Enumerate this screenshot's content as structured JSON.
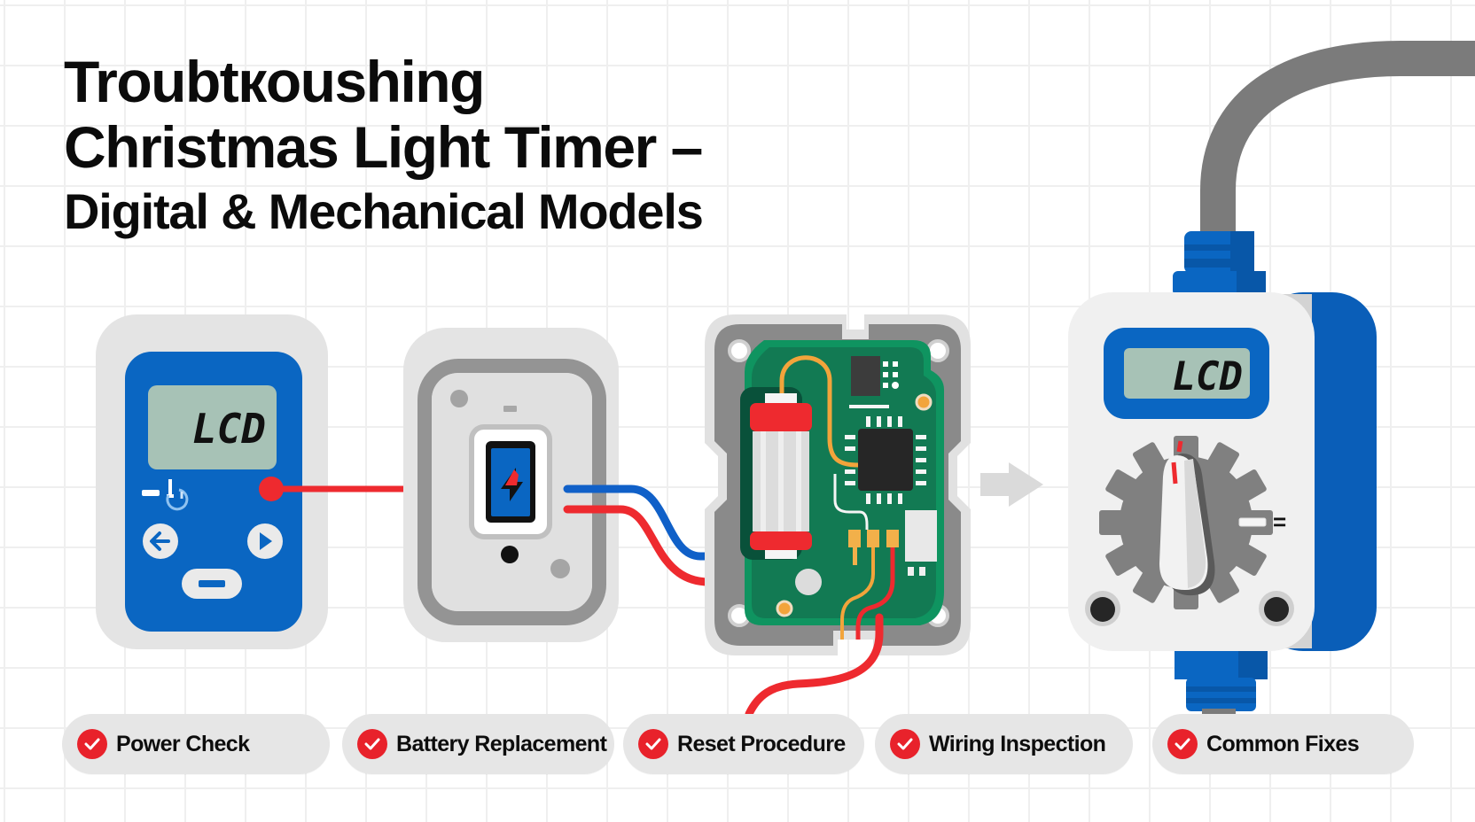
{
  "title": {
    "line1": "Troubtкoushing",
    "line2": "Christmas Light Timer –",
    "line3": "Digital & Mechanical Models"
  },
  "devices": {
    "digital_timer": {
      "lcd_text": "LCD",
      "icons": [
        "power-icon",
        "left-arrow-icon",
        "right-play-icon",
        "menu-bar-button"
      ]
    },
    "battery_compartment": {
      "icon": "battery-bolt-icon"
    },
    "circuit_board": {
      "components": [
        "capacitor",
        "chip",
        "connector-pins",
        "wires"
      ]
    },
    "mechanical_timer": {
      "lcd_text": "LCD",
      "dial": "gear-dial",
      "indicator": "="
    }
  },
  "steps": [
    {
      "label": "Power Check",
      "icon": "check-icon"
    },
    {
      "label": "Battery Replacement",
      "icon": "check-icon"
    },
    {
      "label": "Reset Procedure",
      "icon": "check-icon"
    },
    {
      "label": "Wiring Inspection",
      "icon": "check-icon"
    },
    {
      "label": "Common Fixes",
      "icon": "check-icon"
    }
  ],
  "colors": {
    "primary_blue": "#0a66c2",
    "accent_red": "#ee2a2f",
    "pcb_green": "#138a5a",
    "lcd_green": "#a7c2b6",
    "gray": "#7d7d7d",
    "pill_bg": "#e6e6e6"
  }
}
